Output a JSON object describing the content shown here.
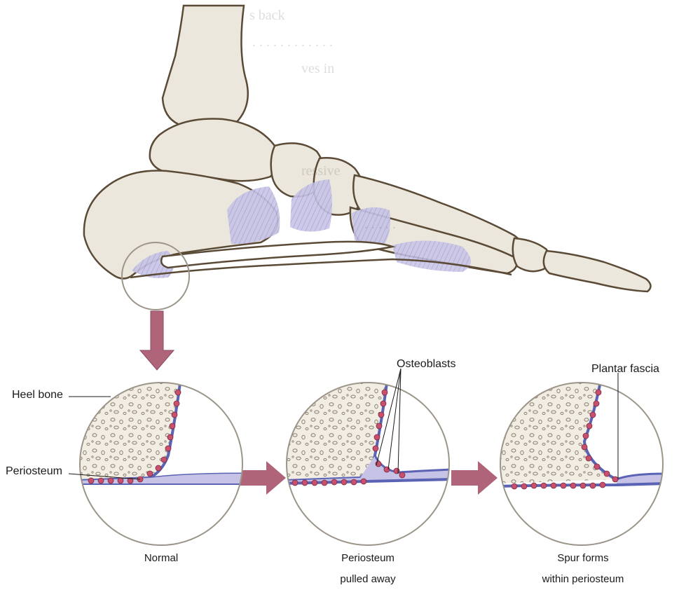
{
  "labels": {
    "heel_bone": "Heel bone",
    "periosteum": "Periosteum",
    "osteoblasts": "Osteoblasts",
    "plantar_fascia": "Plantar fascia"
  },
  "captions": {
    "normal": [
      "Normal"
    ],
    "pulled_away": [
      "Periosteum",
      "pulled away"
    ],
    "spur_forms": [
      "Spur forms",
      "within periosteum"
    ]
  },
  "colors": {
    "bone": "#ebe7dc",
    "bone_outline": "#5a4a36",
    "ligament": "#b9b6dc",
    "arrow": "#b0647a",
    "osteoblast": "#c8506e",
    "periosteum": "#5a63b4",
    "circle_outline": "#9c958a"
  }
}
